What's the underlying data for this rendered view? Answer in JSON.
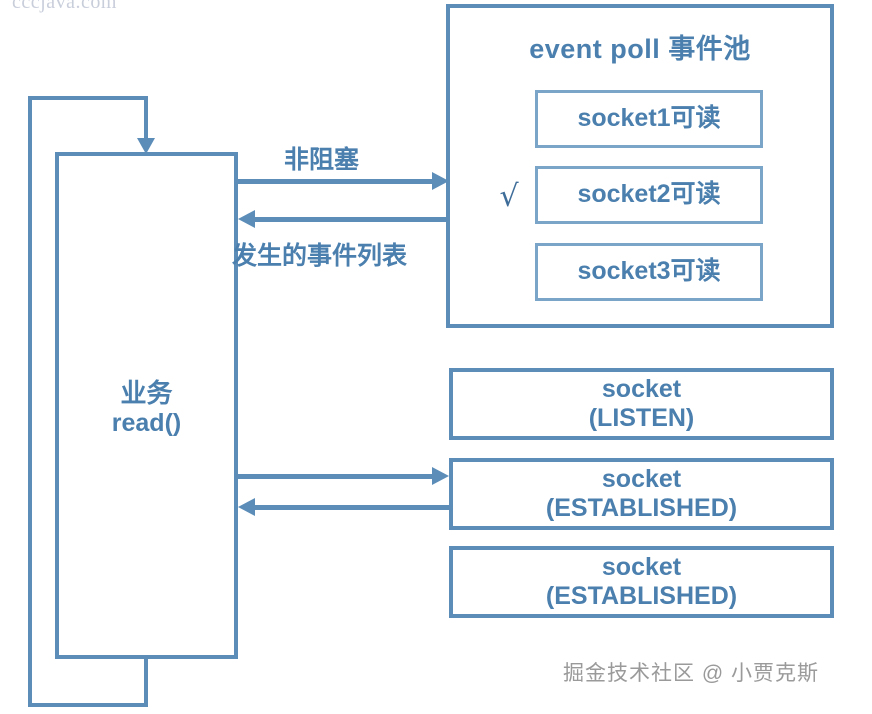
{
  "diagram": {
    "title": "event poll 事件池",
    "event_pool": {
      "title": "event poll 事件池",
      "ready_events": [
        {
          "label": "socket1可读",
          "checked": false
        },
        {
          "label": "socket2可读",
          "checked": true
        },
        {
          "label": "socket3可读",
          "checked": false
        }
      ],
      "check_glyph": "√"
    },
    "process": {
      "line1": "业务",
      "line2": "read()"
    },
    "sockets": [
      {
        "line1": "socket",
        "line2": "(LISTEN)"
      },
      {
        "line1": "socket",
        "line2": "(ESTABLISHED)"
      },
      {
        "line1": "socket",
        "line2": "(ESTABLISHED)"
      }
    ],
    "arrows": {
      "non_blocking": "非阻塞",
      "event_list": "发生的事件列表"
    },
    "watermarks": {
      "top": "cccjava.com",
      "bottom": "掘金技术社区 @ 小贾克斯"
    },
    "colors": {
      "stroke": "#5b8db8",
      "text": "#4a7fae",
      "inner_stroke": "#7ba5c8",
      "background": "#ffffff"
    }
  }
}
